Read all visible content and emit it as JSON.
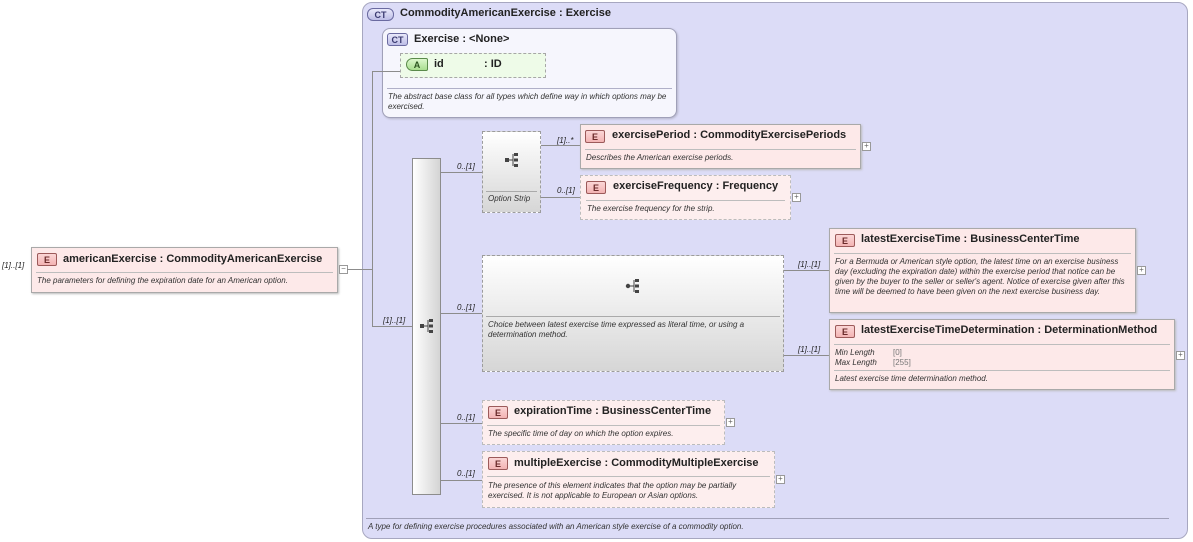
{
  "root": {
    "cardinality": "[1]..[1]",
    "badge": "E",
    "name": "americanExercise",
    "type": ": CommodityAmericanExercise",
    "description": "The parameters for defining the expiration date for an American option.",
    "collapse": "−"
  },
  "complex_type": {
    "badge": "CT",
    "name": "CommodityAmericanExercise",
    "base": ": Exercise",
    "description": "A type for defining exercise procedures associated with an American style exercise of a commodity option."
  },
  "base_type": {
    "badge": "CT",
    "name": "Exercise",
    "base": ": <None>",
    "description": "The abstract base class for all types which define way in which options may be exercised.",
    "attribute": {
      "badge": "A",
      "name": "id",
      "type": ": ID"
    }
  },
  "sequence": {
    "cardinality": "[1]..[1]"
  },
  "option_strip": {
    "cardinality": "0..[1]",
    "label": "Option Strip",
    "elements": [
      {
        "cardinality": "[1]..*",
        "badge": "E",
        "name": "exercisePeriod",
        "type": ": CommodityExercisePeriods",
        "description": "Describes the American exercise periods.",
        "expand": "+"
      },
      {
        "cardinality": "0..[1]",
        "badge": "E",
        "name": "exerciseFrequency",
        "type": ": Frequency",
        "description": "The exercise frequency for the strip.",
        "expand": "+"
      }
    ]
  },
  "choice": {
    "cardinality": "0..[1]",
    "description": "Choice between latest exercise time expressed as literal time, or using a determination method.",
    "elements": [
      {
        "cardinality": "[1]..[1]",
        "badge": "E",
        "name": "latestExerciseTime",
        "type": ": BusinessCenterTime",
        "description": "For a Bermuda or American style option, the latest time on an exercise business day (excluding the expiration date) within the exercise period that notice can be given by the buyer to the seller or seller's agent. Notice of exercise given after this time will be deemed to have been given on the next exercise business day.",
        "expand": "+"
      },
      {
        "cardinality": "[1]..[1]",
        "badge": "E",
        "name": "latestExerciseTimeDetermination",
        "type": ": DeterminationMethod",
        "facets": [
          {
            "label": "Min Length",
            "value": "[0]"
          },
          {
            "label": "Max Length",
            "value": "[255]"
          }
        ],
        "description": "Latest exercise time determination method.",
        "expand": "+"
      }
    ]
  },
  "elements": [
    {
      "cardinality": "0..[1]",
      "badge": "E",
      "name": "expirationTime",
      "type": ": BusinessCenterTime",
      "description": "The specific time of day on which the option expires.",
      "expand": "+"
    },
    {
      "cardinality": "0..[1]",
      "badge": "E",
      "name": "multipleExercise",
      "type": ": CommodityMultipleExercise",
      "description": "The presence of this element indicates that the option may be partially exercised. It is not applicable to European or Asian options.",
      "expand": "+"
    }
  ]
}
